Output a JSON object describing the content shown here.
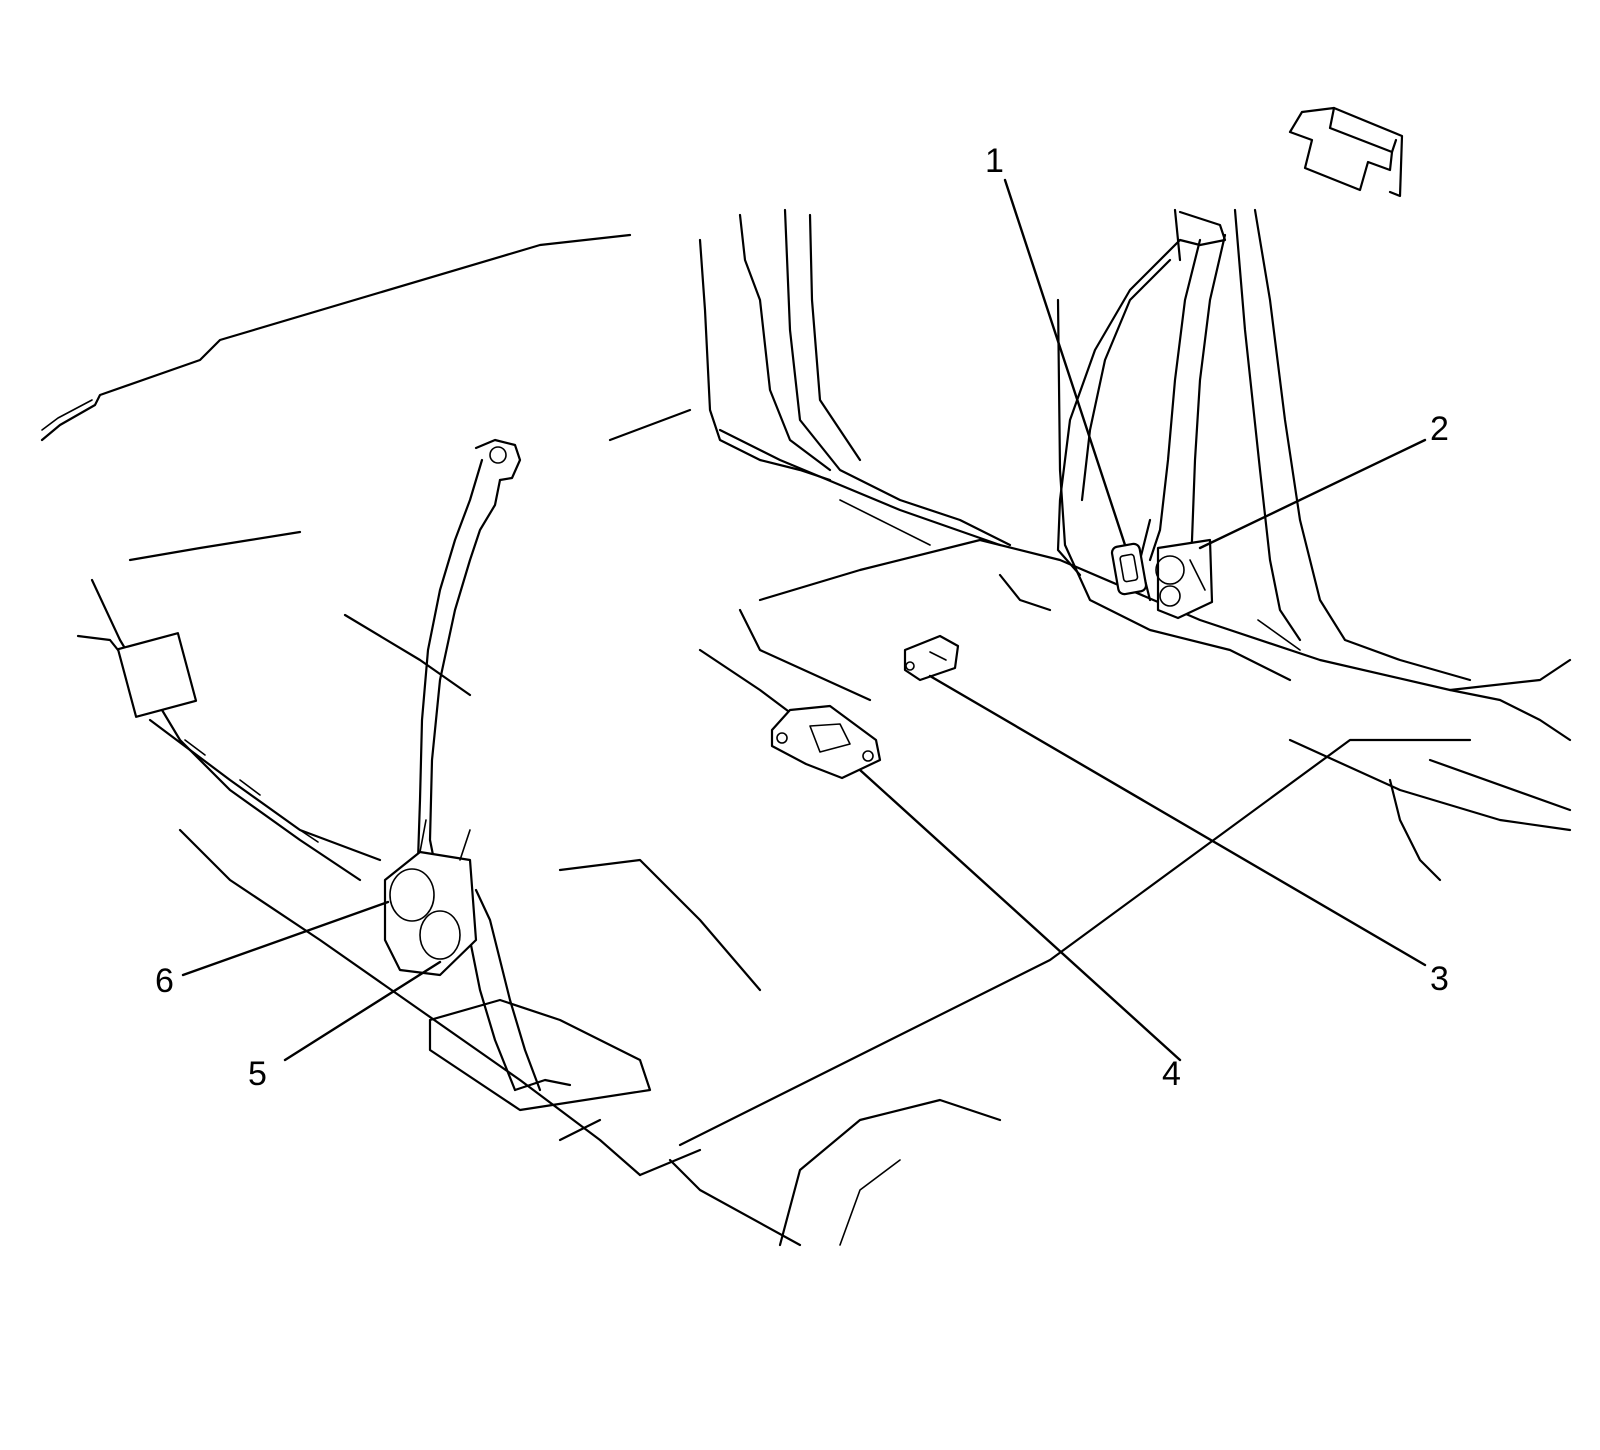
{
  "colors": {
    "ink": "#000000",
    "background": "#ffffff"
  },
  "callouts": [
    {
      "label": "1"
    },
    {
      "label": "2"
    },
    {
      "label": "3"
    },
    {
      "label": "4"
    },
    {
      "label": "5"
    },
    {
      "label": "6"
    }
  ],
  "icons": {
    "direction": "forward-arrow-icon"
  }
}
